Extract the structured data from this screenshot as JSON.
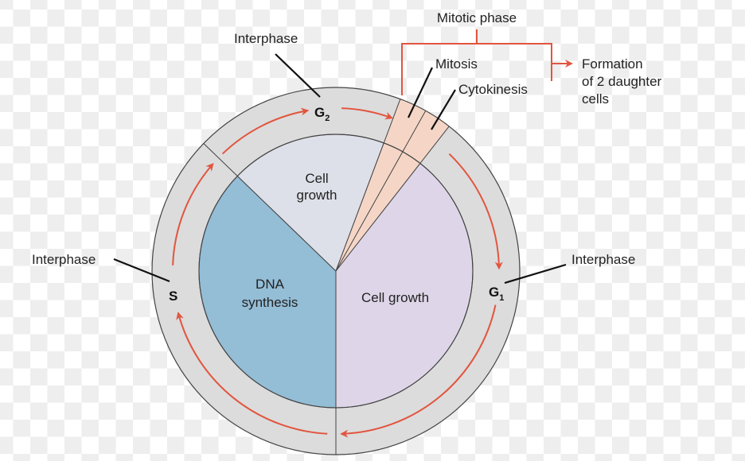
{
  "diagram": {
    "colors": {
      "ring": "#dcdcdc",
      "dna_synthesis": "#94bdd6",
      "g2_cell_growth": "#dde0e8",
      "g1_cell_growth": "#ded6e8",
      "mitotic_wedge": "#f5d6c6",
      "arrow": "#e2553f",
      "outline": "#444444"
    },
    "labels": {
      "interphase_top": "Interphase",
      "interphase_left": "Interphase",
      "interphase_right": "Interphase",
      "mitotic_phase": "Mitotic phase",
      "mitosis": "Mitosis",
      "cytokinesis": "Cytokinesis",
      "formation": [
        "Formation",
        "of 2 daughter",
        "cells"
      ]
    },
    "phases": {
      "g2": {
        "letter": "G",
        "sub": "2"
      },
      "g1": {
        "letter": "G",
        "sub": "1"
      },
      "s": "S"
    },
    "sectors": {
      "g2_text": [
        "Cell",
        "growth"
      ],
      "s_text": [
        "DNA",
        "synthesis"
      ],
      "g1_text": "Cell growth"
    }
  }
}
